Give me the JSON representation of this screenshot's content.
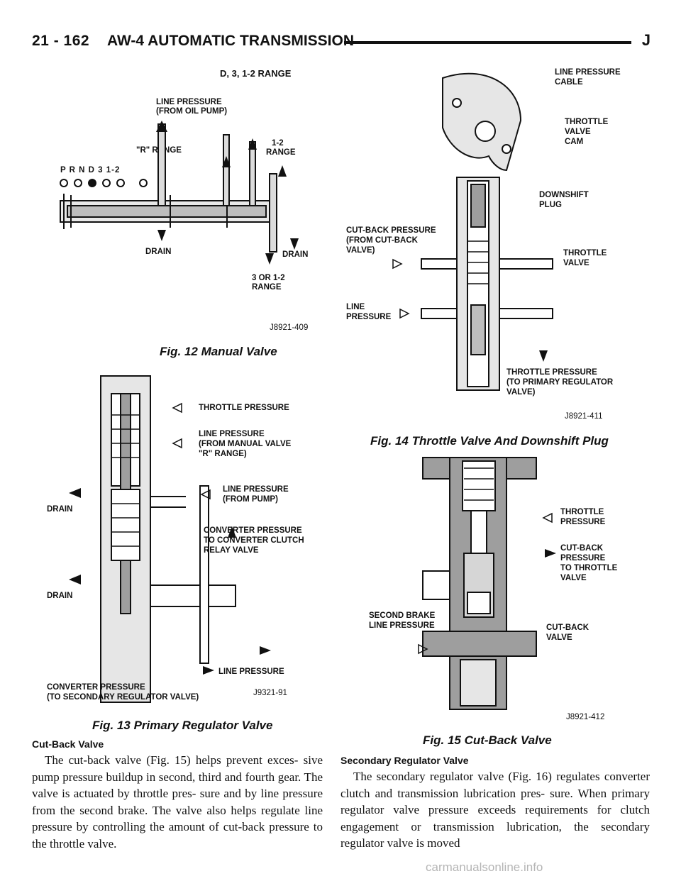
{
  "header": {
    "page_number": "21 - 162",
    "section_title": "AW-4 AUTOMATIC TRANSMISSION",
    "letter": "J"
  },
  "fig12": {
    "range_title": "D, 3, 1-2 RANGE",
    "line_pressure_1": "LINE PRESSURE",
    "line_pressure_2": "(FROM OIL PUMP)",
    "r_range": "\"R\" RANGE",
    "range12_1": "1-2",
    "range12_2": "RANGE",
    "selector_letters": "P  R  N  D  3  1-2",
    "drain_left": "DRAIN",
    "drain_right": "DRAIN",
    "range3_1": "3 OR 1-2",
    "range3_2": "RANGE",
    "number": "J8921-409",
    "caption": "Fig. 12 Manual Valve"
  },
  "fig13": {
    "throttle_pressure": "THROTTLE PRESSURE",
    "lp_manual_1": "LINE PRESSURE",
    "lp_manual_2": "(FROM MANUAL VALVE",
    "lp_manual_3": "\"R\" RANGE)",
    "lp_pump_1": "LINE PRESSURE",
    "lp_pump_2": "(FROM PUMP)",
    "conv_1": "CONVERTER PRESSURE",
    "conv_2": "TO CONVERTER CLUTCH",
    "conv_3": "RELAY VALVE",
    "drain_1": "DRAIN",
    "drain_2": "DRAIN",
    "line_pressure_bottom": "LINE PRESSURE",
    "conv_sec_1": "CONVERTER PRESSURE",
    "conv_sec_2": "(TO SECONDARY REGULATOR VALVE)",
    "number": "J9321-91",
    "caption": "Fig. 13 Primary Regulator Valve"
  },
  "fig14": {
    "cable_1": "LINE PRESSURE",
    "cable_2": "CABLE",
    "cam_1": "THROTTLE",
    "cam_2": "VALVE",
    "cam_3": "CAM",
    "plug_1": "DOWNSHIFT",
    "plug_2": "PLUG",
    "cutback_1": "CUT-BACK PRESSURE",
    "cutback_2": "(FROM CUT-BACK",
    "cutback_3": "VALVE)",
    "throttle_valve_1": "THROTTLE",
    "throttle_valve_2": "VALVE",
    "line_1": "LINE",
    "line_2": "PRESSURE",
    "tp_1": "THROTTLE PRESSURE",
    "tp_2": "(TO PRIMARY REGULATOR",
    "tp_3": "VALVE)",
    "number": "J8921-411",
    "caption": "Fig. 14 Throttle Valve And Downshift Plug"
  },
  "fig15": {
    "throttle_1": "THROTTLE",
    "throttle_2": "PRESSURE",
    "cbp_1": "CUT-BACK",
    "cbp_2": "PRESSURE",
    "cbp_3": "TO THROTTLE",
    "cbp_4": "VALVE",
    "sb_1": "SECOND BRAKE",
    "sb_2": "LINE PRESSURE",
    "cbv_1": "CUT-BACK",
    "cbv_2": "VALVE",
    "number": "J8921-412",
    "caption": "Fig. 15 Cut-Back Valve"
  },
  "left_section": {
    "heading": "Cut-Back Valve",
    "paragraph": "The cut-back valve (Fig. 15) helps prevent exces- sive pump pressure buildup in second, third and fourth gear. The valve is actuated by throttle pres- sure and by line pressure from the second brake. The valve also helps regulate line pressure by controlling the amount of cut-back pressure to the throttle valve."
  },
  "right_section": {
    "heading": "Secondary Regulator Valve",
    "paragraph": "The secondary regulator valve (Fig. 16) regulates converter clutch and transmission lubrication pres- sure. When primary regulator valve pressure exceeds requirements for clutch engagement or transmission lubrication, the secondary regulator valve is moved"
  },
  "watermark": "carmanualsonline.info"
}
